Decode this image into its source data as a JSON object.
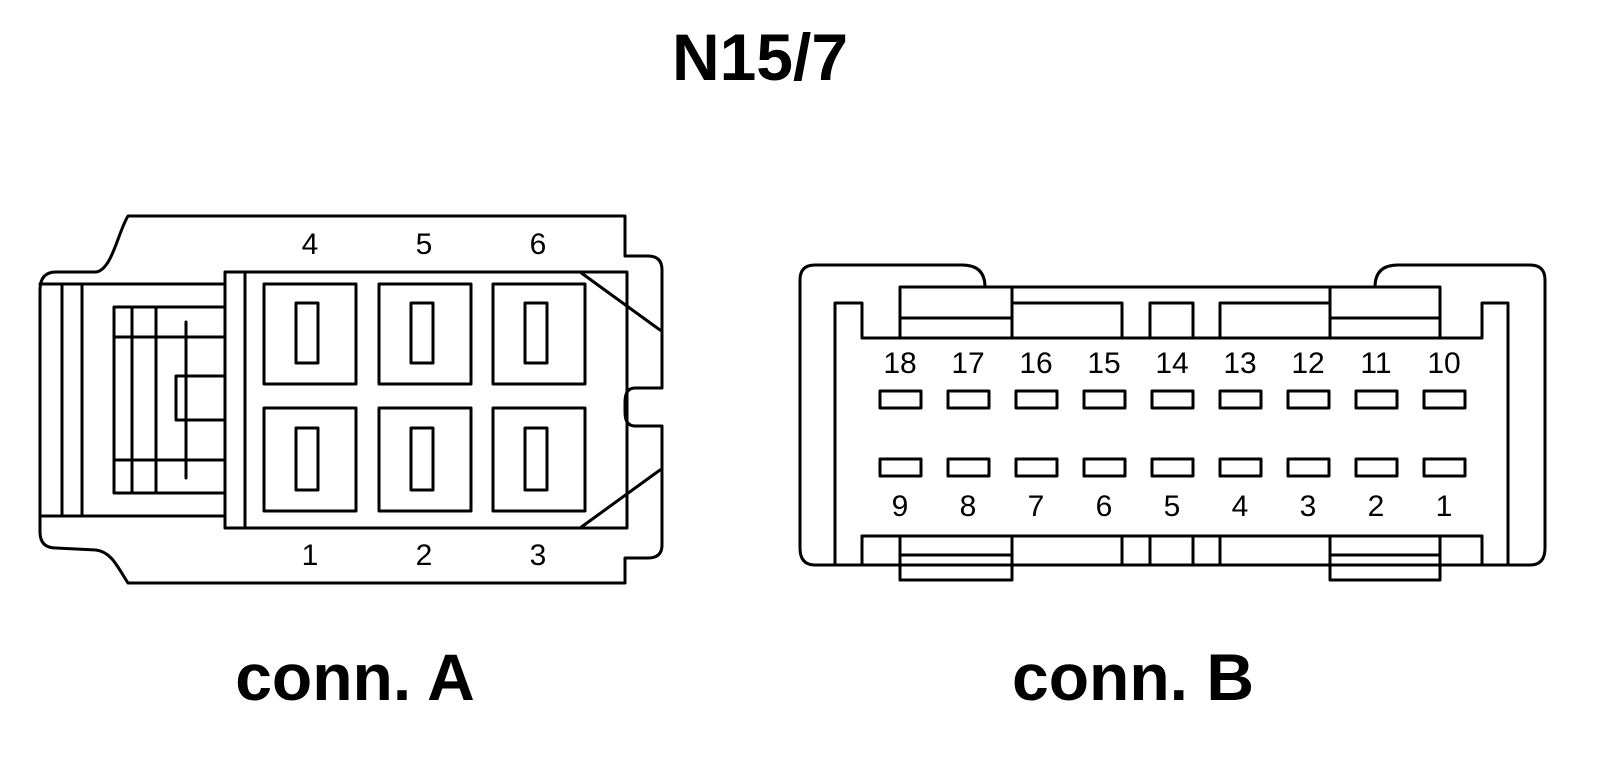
{
  "title": "N15/7",
  "connector_a": {
    "caption": "conn. A",
    "top_pins": [
      "4",
      "5",
      "6"
    ],
    "bottom_pins": [
      "1",
      "2",
      "3"
    ]
  },
  "connector_b": {
    "caption": "conn. B",
    "top_pins": [
      "18",
      "17",
      "16",
      "15",
      "14",
      "13",
      "12",
      "11",
      "10"
    ],
    "bottom_pins": [
      "9",
      "8",
      "7",
      "6",
      "5",
      "4",
      "3",
      "2",
      "1"
    ]
  }
}
